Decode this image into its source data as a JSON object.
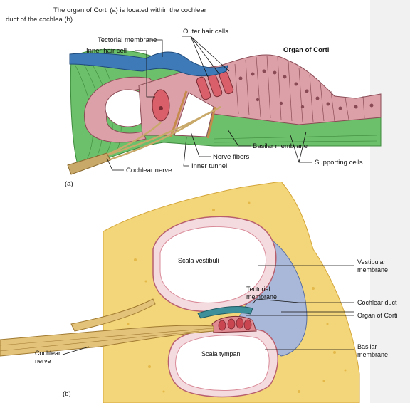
{
  "caption": {
    "line1": "The organ of Corti (a) is located within the cochlear",
    "line2": "duct of the cochlea (b)."
  },
  "panel_a": {
    "panel_label": "(a)",
    "title": "Organ of Corti",
    "labels": {
      "tectorial_membrane": "Tectorial membrane",
      "inner_hair_cell": "Inner hair cell",
      "outer_hair_cells": "Outer hair cells",
      "basilar_membrane": "Basilar membrane",
      "nerve_fibers": "Nerve fibers",
      "inner_tunnel": "Inner tunnel",
      "cochlear_nerve": "Cochlear nerve",
      "supporting_cells": "Supporting cells"
    }
  },
  "panel_b": {
    "panel_label": "(b)",
    "labels": {
      "scala_vestibuli": "Scala vestibuli",
      "vestibular_membrane_1": "Vestibular",
      "vestibular_membrane_2": "membrane",
      "tectorial_membrane_1": "Tectorial",
      "tectorial_membrane_2": "membrane",
      "cochlear_duct": "Cochlear duct",
      "organ_of_corti": "Organ of Corti",
      "cochlear_nerve_1": "Cochlear",
      "cochlear_nerve_2": "nerve",
      "scala_tympani": "Scala tympani",
      "basilar_membrane_1": "Basilar",
      "basilar_membrane_2": "membrane"
    }
  },
  "colors": {
    "tectorial": "#3f7ab8",
    "hair_cells": "#d9606a",
    "supporting": "#dca1a8",
    "basilar_green": "#6cbf6b",
    "nerve": "#c9a96a",
    "bone": "#f3d679",
    "bone_dark": "#e4b94a",
    "perilymph": "#f4dbe0",
    "duct": "#a9b8d8"
  }
}
